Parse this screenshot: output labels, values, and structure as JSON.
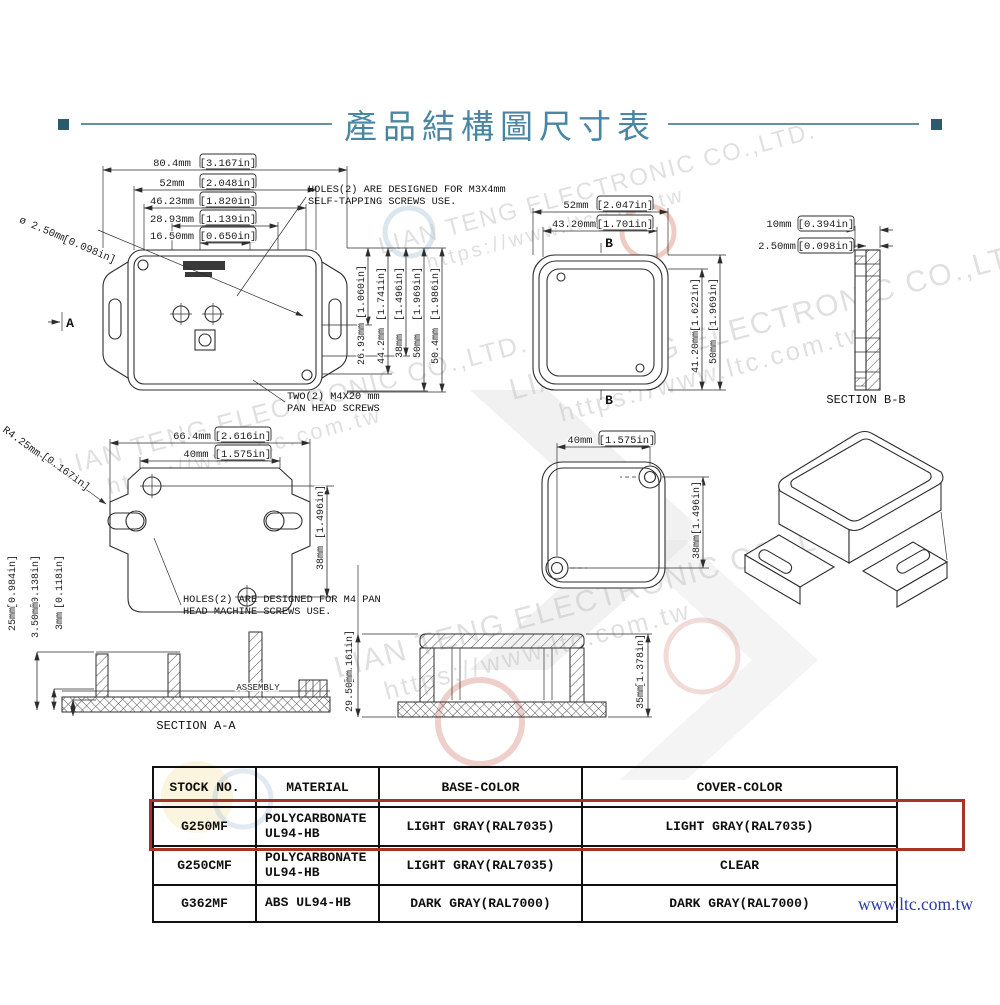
{
  "title": {
    "text": "產品結構圖尺寸表"
  },
  "watermark": {
    "company": "LIAN TENG ELECTRONIC CO.,LTD.",
    "url": "https://www.ltc.com.tw"
  },
  "footer": {
    "url": "www.ltc.com.tw"
  },
  "views": {
    "base_top": {
      "h_dims": [
        {
          "mm": "80.4mm",
          "in": "[3.167in]"
        },
        {
          "mm": "52mm",
          "in": "[2.048in]"
        },
        {
          "mm": "46.23mm",
          "in": "[1.820in]"
        },
        {
          "mm": "28.93mm",
          "in": "[1.139in]"
        },
        {
          "mm": "16.50mm",
          "in": "[0.650in]"
        }
      ],
      "v_dims": [
        {
          "mm": "26.93mm",
          "in": "[1.060in]"
        },
        {
          "mm": "44.2mm",
          "in": "[1.741in]"
        },
        {
          "mm": "38mm",
          "in": "[1.496in]"
        },
        {
          "mm": "50mm",
          "in": "[1.969in]"
        },
        {
          "mm": "50.4mm",
          "in": "[1.986in]"
        }
      ],
      "hole_dia_mm": "ø 2.50mm",
      "hole_dia_in": "[0.098in]",
      "note1_line1": "HOLES(2) ARE DESIGNED FOR M3X4mm",
      "note1_line2": "SELF-TAPPING SCREWS USE.",
      "note2_line1": "TWO(2) M4X20 mm",
      "note2_line2": "PAN HEAD SCREWS",
      "marker": "A"
    },
    "cover_top": {
      "h_dims": [
        {
          "mm": "52mm",
          "in": "[2.047in]"
        },
        {
          "mm": "43.20mm",
          "in": "[1.701in]"
        }
      ],
      "v_dims": [
        {
          "mm": "41.20mm",
          "in": "[1.622in]"
        },
        {
          "mm": "50mm",
          "in": "[1.969in]"
        }
      ],
      "marker": "B"
    },
    "section_bb": {
      "dims": [
        {
          "mm": "10mm",
          "in": "[0.394in]"
        },
        {
          "mm": "2.50mm",
          "in": "[0.098in]"
        }
      ],
      "caption": "SECTION B-B"
    },
    "base_front": {
      "h_dims": [
        {
          "mm": "66.4mm",
          "in": "[2.616in]"
        },
        {
          "mm": "40mm",
          "in": "[1.575in]"
        }
      ],
      "v_dim": {
        "mm": "38mm",
        "in": "[1.496in]"
      },
      "radius_mm": "R4.25mm",
      "radius_in": "[0.167in]",
      "note_line1": "HOLES(2) ARE DESIGNED FOR M4 PAN",
      "note_line2": "HEAD MACHINE SCREWS USE."
    },
    "cover_bottom": {
      "h_dim": {
        "mm": "40mm",
        "in": "[1.575in]"
      },
      "v_dim": {
        "mm": "38mm",
        "in": "[1.496in]"
      }
    },
    "section_aa": {
      "caption": "SECTION A-A",
      "assembly_label": "ASSEMBLY",
      "v_dims": [
        {
          "mm": "25mm",
          "in": "[0.984in]"
        },
        {
          "mm": "3.50mm",
          "in": "[0.138in]"
        },
        {
          "mm": "3mm",
          "in": "[0.118in]"
        }
      ]
    },
    "assembly_section": {
      "v_dims": [
        {
          "mm": "29.50mm",
          "in": "[1.161in]"
        },
        {
          "mm": "35mm",
          "in": "[1.378in]"
        }
      ]
    }
  },
  "table": {
    "headers": [
      "STOCK NO.",
      "MATERIAL",
      "BASE-COLOR",
      "COVER-COLOR"
    ],
    "rows": [
      {
        "stock": "G250MF",
        "material": "POLYCARBONATE\nUL94-HB",
        "base": "LIGHT GRAY(RAL7035)",
        "cover": "LIGHT GRAY(RAL7035)",
        "highlighted": true
      },
      {
        "stock": "G250CMF",
        "material": "POLYCARBONATE\nUL94-HB",
        "base": "LIGHT GRAY(RAL7035)",
        "cover": "CLEAR",
        "highlighted": false
      },
      {
        "stock": "G362MF",
        "material": "ABS UL94-HB",
        "base": "DARK GRAY(RAL7000)",
        "cover": "DARK GRAY(RAL7000)",
        "highlighted": false
      }
    ],
    "highlight_color": "#a93226"
  },
  "colors": {
    "title": "#4a86a2",
    "title_square": "#2b5a6b",
    "drawing": "#2e2e2e",
    "footer_link": "#2e3da3",
    "watermark": "#c7c7c7",
    "highlight": "#a93226"
  }
}
